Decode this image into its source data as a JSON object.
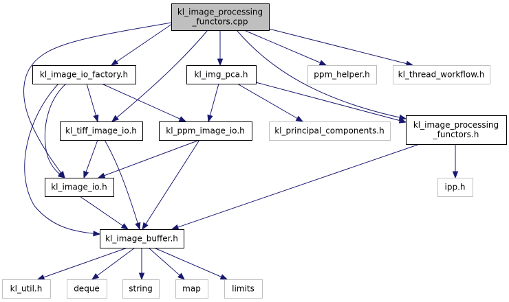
{
  "diagram": {
    "type": "include-dependency-graph",
    "edge_color": "#191970",
    "root_fill": "#bfbfbf",
    "nodes": [
      {
        "id": "root",
        "lines": [
          "kl_image_processing",
          "_functors.cpp"
        ],
        "style": "root"
      },
      {
        "id": "io_factory",
        "lines": [
          "kl_image_io_factory.h"
        ],
        "style": "normal"
      },
      {
        "id": "img_pca",
        "lines": [
          "kl_img_pca.h"
        ],
        "style": "normal"
      },
      {
        "id": "ppm_helper",
        "lines": [
          "ppm_helper.h"
        ],
        "style": "external"
      },
      {
        "id": "thread_wf",
        "lines": [
          "kl_thread_workflow.h"
        ],
        "style": "external"
      },
      {
        "id": "tiff_io",
        "lines": [
          "kl_tiff_image_io.h"
        ],
        "style": "normal"
      },
      {
        "id": "ppm_io",
        "lines": [
          "kl_ppm_image_io.h"
        ],
        "style": "normal"
      },
      {
        "id": "princ_comp",
        "lines": [
          "kl_principal_components.h"
        ],
        "style": "external"
      },
      {
        "id": "proc_h",
        "lines": [
          "kl_image_processing",
          "_functors.h"
        ],
        "style": "normal"
      },
      {
        "id": "image_io",
        "lines": [
          "kl_image_io.h"
        ],
        "style": "normal"
      },
      {
        "id": "ipp",
        "lines": [
          "ipp.h"
        ],
        "style": "external"
      },
      {
        "id": "buffer",
        "lines": [
          "kl_image_buffer.h"
        ],
        "style": "normal"
      },
      {
        "id": "util",
        "lines": [
          "kl_util.h"
        ],
        "style": "external"
      },
      {
        "id": "deque",
        "lines": [
          "deque"
        ],
        "style": "external"
      },
      {
        "id": "string",
        "lines": [
          "string"
        ],
        "style": "external"
      },
      {
        "id": "map",
        "lines": [
          "map"
        ],
        "style": "external"
      },
      {
        "id": "limits",
        "lines": [
          "limits"
        ],
        "style": "external"
      }
    ],
    "edges": [
      [
        "root",
        "io_factory"
      ],
      [
        "root",
        "img_pca"
      ],
      [
        "root",
        "ppm_helper"
      ],
      [
        "root",
        "thread_wf"
      ],
      [
        "root",
        "tiff_io"
      ],
      [
        "root",
        "image_io"
      ],
      [
        "root",
        "proc_h"
      ],
      [
        "io_factory",
        "tiff_io"
      ],
      [
        "io_factory",
        "ppm_io"
      ],
      [
        "io_factory",
        "image_io"
      ],
      [
        "io_factory",
        "buffer"
      ],
      [
        "img_pca",
        "ppm_io"
      ],
      [
        "img_pca",
        "princ_comp"
      ],
      [
        "img_pca",
        "proc_h"
      ],
      [
        "tiff_io",
        "image_io"
      ],
      [
        "tiff_io",
        "buffer"
      ],
      [
        "ppm_io",
        "image_io"
      ],
      [
        "ppm_io",
        "buffer"
      ],
      [
        "proc_h",
        "ipp"
      ],
      [
        "proc_h",
        "buffer"
      ],
      [
        "image_io",
        "buffer"
      ],
      [
        "buffer",
        "util"
      ],
      [
        "buffer",
        "deque"
      ],
      [
        "buffer",
        "string"
      ],
      [
        "buffer",
        "map"
      ],
      [
        "buffer",
        "limits"
      ]
    ]
  }
}
